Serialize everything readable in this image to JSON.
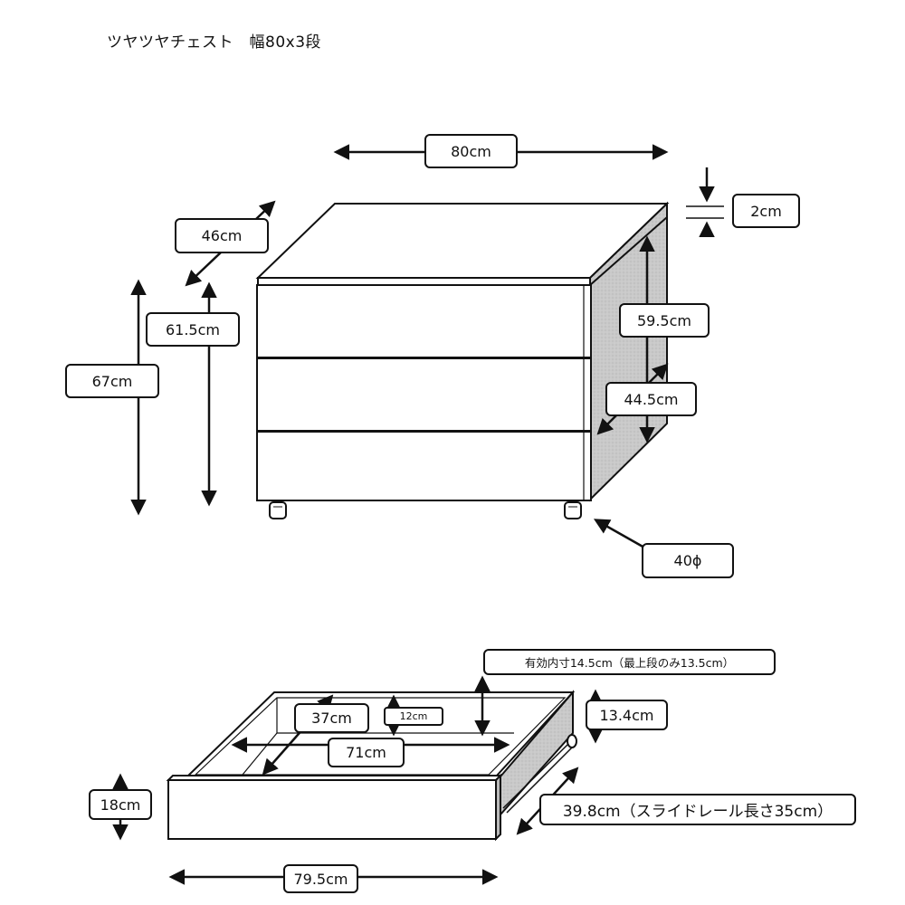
{
  "title": "ツヤツヤチェスト　幅80x3段",
  "chest": {
    "width": "80cm",
    "depth": "46cm",
    "top_thickness": "2cm",
    "total_height": "67cm",
    "body_height": "61.5cm",
    "side_inner_height": "59.5cm",
    "side_inner_depth": "44.5cm",
    "caster": "40ϕ"
  },
  "drawer": {
    "effective_inner_note": "有効内寸14.5cm（最上段のみ13.5cm）",
    "side_height": "13.4cm",
    "inner_depth": "37cm",
    "inner_wall_height": "12cm",
    "inner_width": "71cm",
    "front_height": "18cm",
    "depth_rail": "39.8cm（スライドレール長さ35cm）",
    "front_width": "79.5cm"
  },
  "colors": {
    "line": "#111111",
    "side_fill": "#c8c8c8",
    "background": "#ffffff"
  }
}
